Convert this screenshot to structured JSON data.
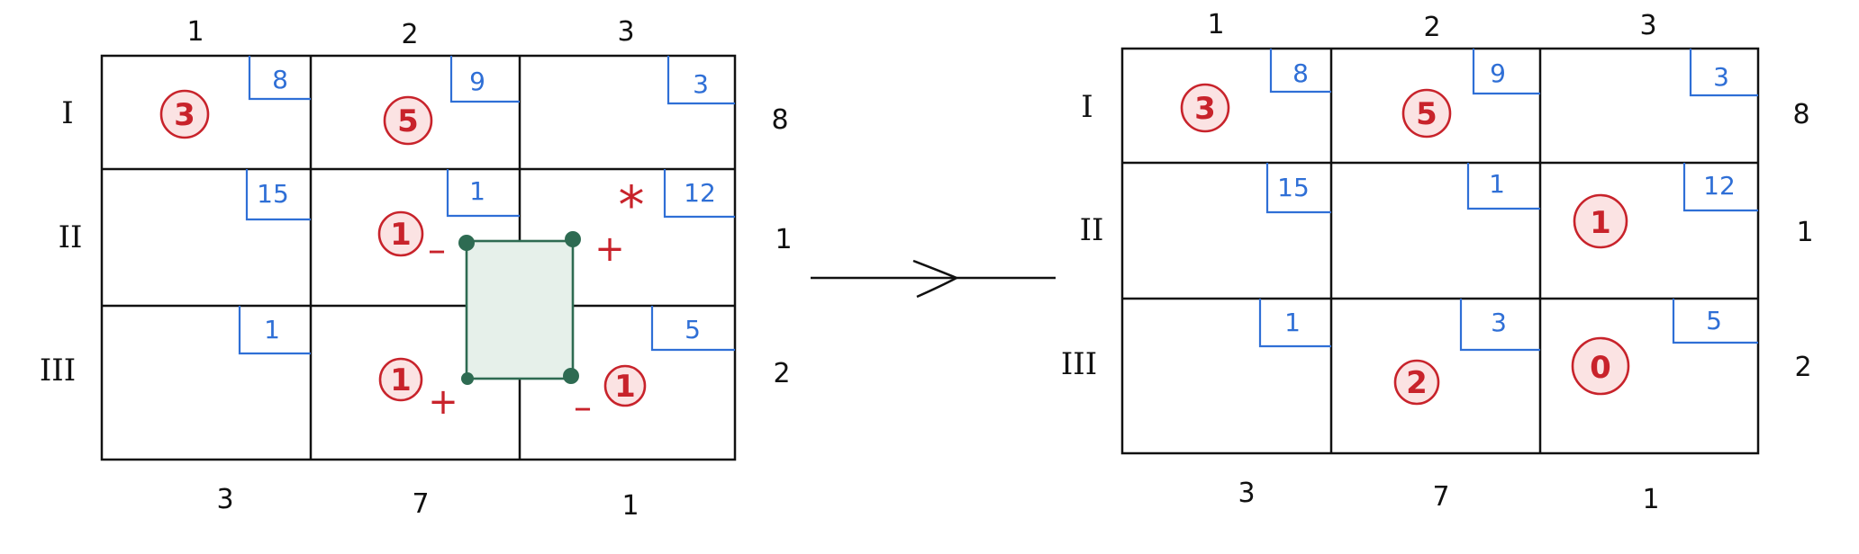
{
  "colors": {
    "grid": "#111111",
    "cost": "#2f6fd6",
    "allocation": "#c8232b",
    "allocation_fill": "#fbe3e3",
    "loop": "#2e6b52",
    "loop_fill": "#e6f0ea"
  },
  "left_table": {
    "col_headers": [
      "1",
      "2",
      "3"
    ],
    "row_headers": [
      "I",
      "II",
      "III"
    ],
    "supply": [
      "8",
      "1",
      "2"
    ],
    "demand": [
      "3",
      "7",
      "1"
    ],
    "costs": [
      [
        "8",
        "9",
        "3"
      ],
      [
        "15",
        "1",
        "12"
      ],
      [
        "1",
        "3",
        "5"
      ]
    ],
    "allocations": [
      [
        "3",
        "5",
        ""
      ],
      [
        "",
        "1",
        ""
      ],
      [
        "",
        "1",
        "1"
      ]
    ],
    "star": "*",
    "signs": {
      "r2c2": "–",
      "r2c3": "+",
      "r3c2": "+",
      "r3c3": "–"
    }
  },
  "right_table": {
    "col_headers": [
      "1",
      "2",
      "3"
    ],
    "row_headers": [
      "I",
      "II",
      "III"
    ],
    "supply": [
      "8",
      "1",
      "2"
    ],
    "demand": [
      "3",
      "7",
      "1"
    ],
    "costs": [
      [
        "8",
        "9",
        "3"
      ],
      [
        "15",
        "1",
        "12"
      ],
      [
        "1",
        "3",
        "5"
      ]
    ],
    "allocations": [
      [
        "3",
        "5",
        ""
      ],
      [
        "",
        "",
        "1"
      ],
      [
        "",
        "2",
        "0"
      ]
    ]
  }
}
